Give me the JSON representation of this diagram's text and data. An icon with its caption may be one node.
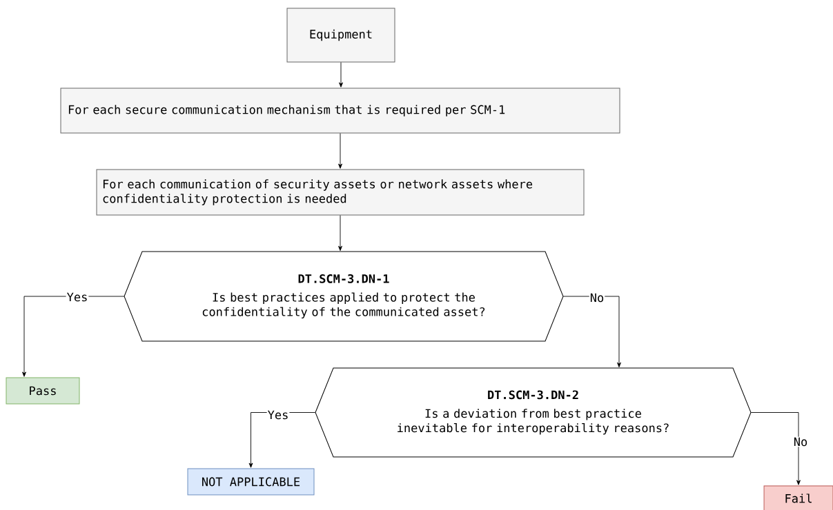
{
  "diagram": {
    "nodes": [
      {
        "text": [
          "Equipment"
        ]
      },
      {
        "text": [
          "For each secure communication mechanism that is required per SCM-1"
        ]
      },
      {
        "text": [
          "For each communication of security assets or network assets where confidentiality protection is needed"
        ]
      },
      {
        "text": [
          "DT.SCM-3.DN-1",
          "Is best practices applied to protect the confidentiality of the communicated asset?"
        ]
      },
      {
        "text": [
          "Pass"
        ]
      },
      {
        "text": [
          "DT.SCM-3.DN-2",
          "Is a deviation from best practice inevitable for interoperability reasons?"
        ]
      },
      {
        "text": [
          "NOT APPLICABLE"
        ]
      },
      {
        "text": [
          "Fail"
        ]
      }
    ],
    "edges": [
      {
        "from": 0,
        "to": 1,
        "arrow": "to"
      },
      {
        "from": 1,
        "to": 2,
        "arrow": "to"
      },
      {
        "from": 2,
        "to": 3,
        "arrow": "to"
      },
      {
        "from": 3,
        "to": 4,
        "arrow": "to",
        "label": "Yes"
      },
      {
        "from": 3,
        "to": 5,
        "arrow": "to",
        "label": "No"
      },
      {
        "from": 5,
        "to": 6,
        "arrow": "to",
        "label": "Yes"
      },
      {
        "from": 5,
        "to": 7,
        "arrow": "to",
        "label": "No"
      }
    ]
  }
}
